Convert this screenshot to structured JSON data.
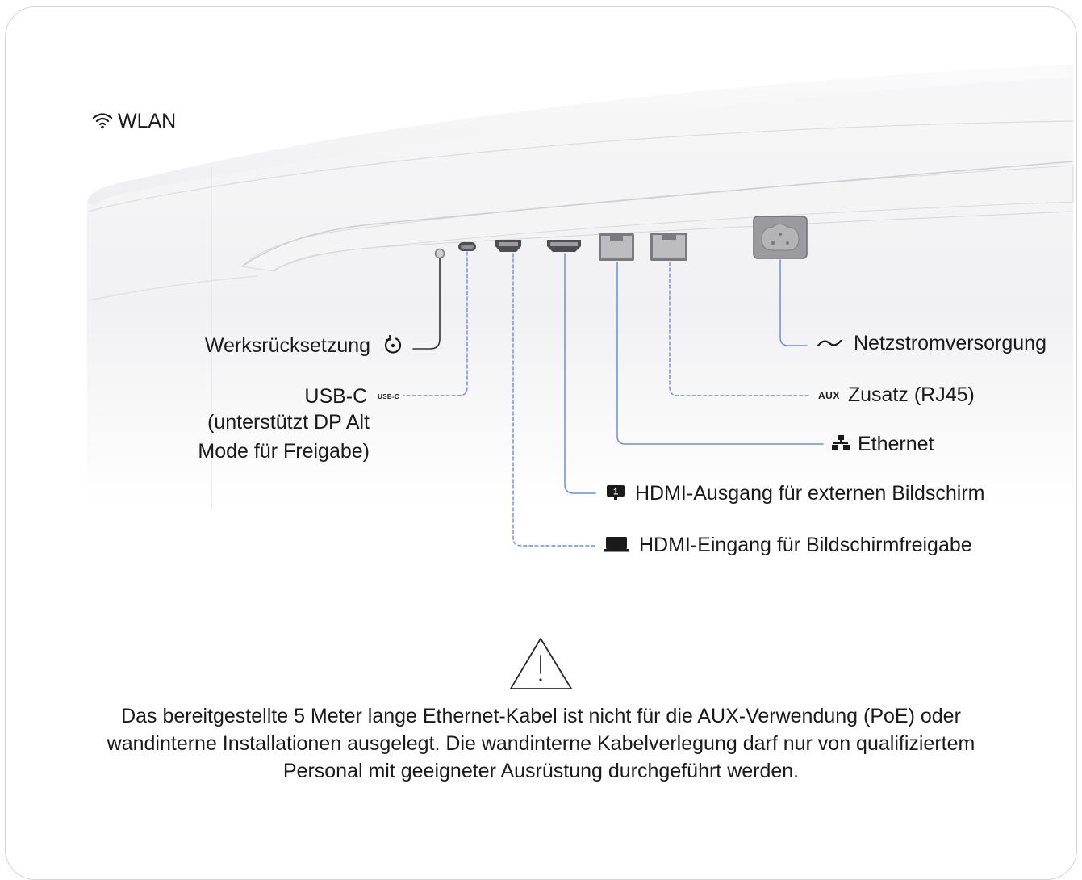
{
  "top_label": {
    "icon": "wifi-icon",
    "text": "WLAN"
  },
  "ports_left": {
    "reset": {
      "text": "Werksrücksetzung",
      "icon": "reset-icon"
    },
    "usbc": {
      "text": "USB-C",
      "badge": "USB-C",
      "line2": "(unterstützt DP Alt",
      "line3": "Mode für Freigabe)"
    }
  },
  "ports_right": {
    "power": {
      "icon": "ac-power-icon",
      "text": "Netzstromversorgung"
    },
    "aux": {
      "badge": "AUX",
      "text": "Zusatz (RJ45)"
    },
    "ethernet": {
      "icon": "network-icon",
      "text": "Ethernet"
    },
    "hdmi_out": {
      "icon": "monitor-1-icon",
      "text": "HDMI-Ausgang für externen Bildschirm"
    },
    "hdmi_in": {
      "icon": "laptop-icon",
      "text": "HDMI-Eingang für Bildschirmfreigabe"
    }
  },
  "warning": {
    "icon": "warning-triangle-icon",
    "text": "Das bereitgestellte 5 Meter lange Ethernet-Kabel ist nicht für die AUX-Verwendung (PoE) oder wandinterne Installationen ausgelegt. Die wandinterne Kabelverlegung darf nur von qualifiziertem Personal mit geeigneter Ausrüstung durchgeführt werden."
  },
  "colors": {
    "accent_line": "#6b8ee0",
    "reset_line": "#333333",
    "border": "#d4d4d4"
  }
}
